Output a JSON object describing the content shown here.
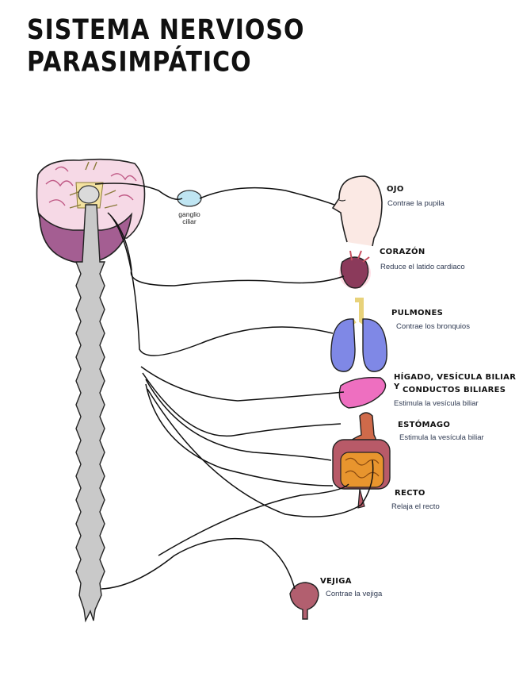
{
  "title": "SISTEMA NERVIOSO PARASIMPÁTICO",
  "ganglion": {
    "line1": "ganglio",
    "line2": "ciliar"
  },
  "organs": [
    {
      "name": "OJO",
      "description": "Contrae la pupila"
    },
    {
      "name": "CORAZÓN",
      "description": "Reduce el latido cardiaco"
    },
    {
      "name": "PULMONES",
      "description": "Contrae los bronquios"
    },
    {
      "name": "HÍGADO, VESÍCULA BILIAR Y",
      "name2": "CONDUCTOS BILIARES",
      "description": "Estimula la vesícula biliar"
    },
    {
      "name": "ESTÓMAGO",
      "description": "Estimula la vesícula biliar"
    },
    {
      "name": "RECTO",
      "description": "Relaja el recto"
    },
    {
      "name": "VEJIGA",
      "description": "Contrae la vejiga"
    }
  ],
  "colors": {
    "brain_top": "#f6d9e6",
    "brain_folds": "#c05a86",
    "cerebellum": "#a45e92",
    "spine": "#c9c9c9",
    "nerve_yellow": "#f4e2a0",
    "ganglion": "#bfe5f2",
    "heart": "#8b3a5b",
    "lungs": "#7f88e6",
    "liver": "#ee6fc0",
    "stomach": "#cf6a4a",
    "intestine": "#e8952e",
    "bladder": "#b25f6f"
  }
}
